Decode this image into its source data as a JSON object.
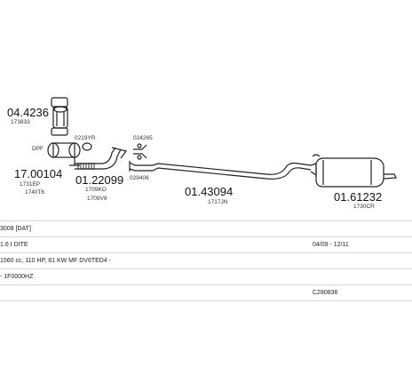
{
  "parts": [
    {
      "number": "04.4236",
      "ref": "173833"
    },
    {
      "number": "17.00104",
      "ref_top": "DPF",
      "ref_lines": [
        "1731EP",
        "1740T6"
      ]
    },
    {
      "number": "01.22099",
      "ref_top": "0219YR",
      "ref_lines": [
        "1709KO",
        "1709V9"
      ]
    },
    {
      "number": "",
      "ref_top": "024265",
      "ref_lines": [
        "029406"
      ]
    },
    {
      "number": "01.43094",
      "ref_lines": [
        "1717JN"
      ]
    },
    {
      "number": "01.61232",
      "ref_lines": [
        "1730CR"
      ]
    }
  ],
  "table": {
    "rows": [
      {
        "left": "3008 [DAT]",
        "right": ""
      },
      {
        "left": "1.6 I DITE",
        "right": "04/09 - 12/11"
      },
      {
        "left": "1560 cc, 110 HP, 81 KW MF DV6TED4 -",
        "right": ""
      },
      {
        "left": "- 1F0000HZ",
        "right": ""
      },
      {
        "left": "",
        "right": "C280836"
      }
    ]
  }
}
